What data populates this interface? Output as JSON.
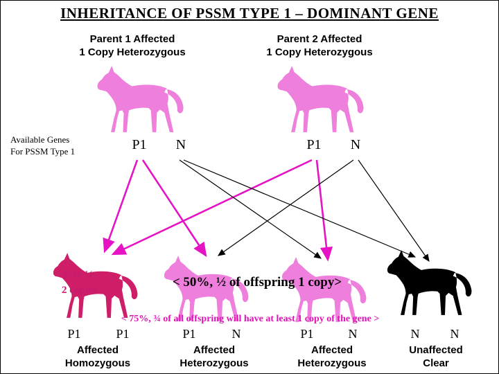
{
  "title": "INHERITANCE OF PSSM TYPE 1 – DOMINANT GENE",
  "parents": [
    {
      "label_line1": "Parent 1 Affected",
      "label_line2": "1 Copy Heterozygous",
      "genes": [
        "P1",
        "N"
      ]
    },
    {
      "label_line1": "Parent 2 Affected",
      "label_line2": "1 Copy Heterozygous",
      "genes": [
        "P1",
        "N"
      ]
    }
  ],
  "available_genes": {
    "line1": "Available Genes",
    "line2": "For PSSM Type 1"
  },
  "annotations": {
    "pct25_line1": "25% ¼",
    "pct25_line2": "2 copies",
    "pct50": "< 50%,  ½ of offspring 1 copy>",
    "pct75": "< 75%, ¾ of all offspring will have at least 1 copy of the gene >"
  },
  "offspring": [
    {
      "genotype": [
        "P1",
        "P1"
      ],
      "status_line1": "Affected",
      "status_line2": "Homozygous",
      "color": "#ce1e68"
    },
    {
      "genotype": [
        "P1",
        "N"
      ],
      "status_line1": "Affected",
      "status_line2": "Heterozygous",
      "color": "#ee7fdc"
    },
    {
      "genotype": [
        "P1",
        "N"
      ],
      "status_line1": "Affected",
      "status_line2": "Heterozygous",
      "color": "#ee7fdc"
    },
    {
      "genotype": [
        "N",
        "N"
      ],
      "status_line1": "Unaffected",
      "status_line2": "Clear",
      "color": "#000000"
    }
  ],
  "colors": {
    "parent_horse": "#ee7fdc",
    "magenta_arrow": "#e513c4",
    "black_arrow": "#000000",
    "magenta_text": "#de12b5",
    "crimson_text": "#c9186f"
  }
}
